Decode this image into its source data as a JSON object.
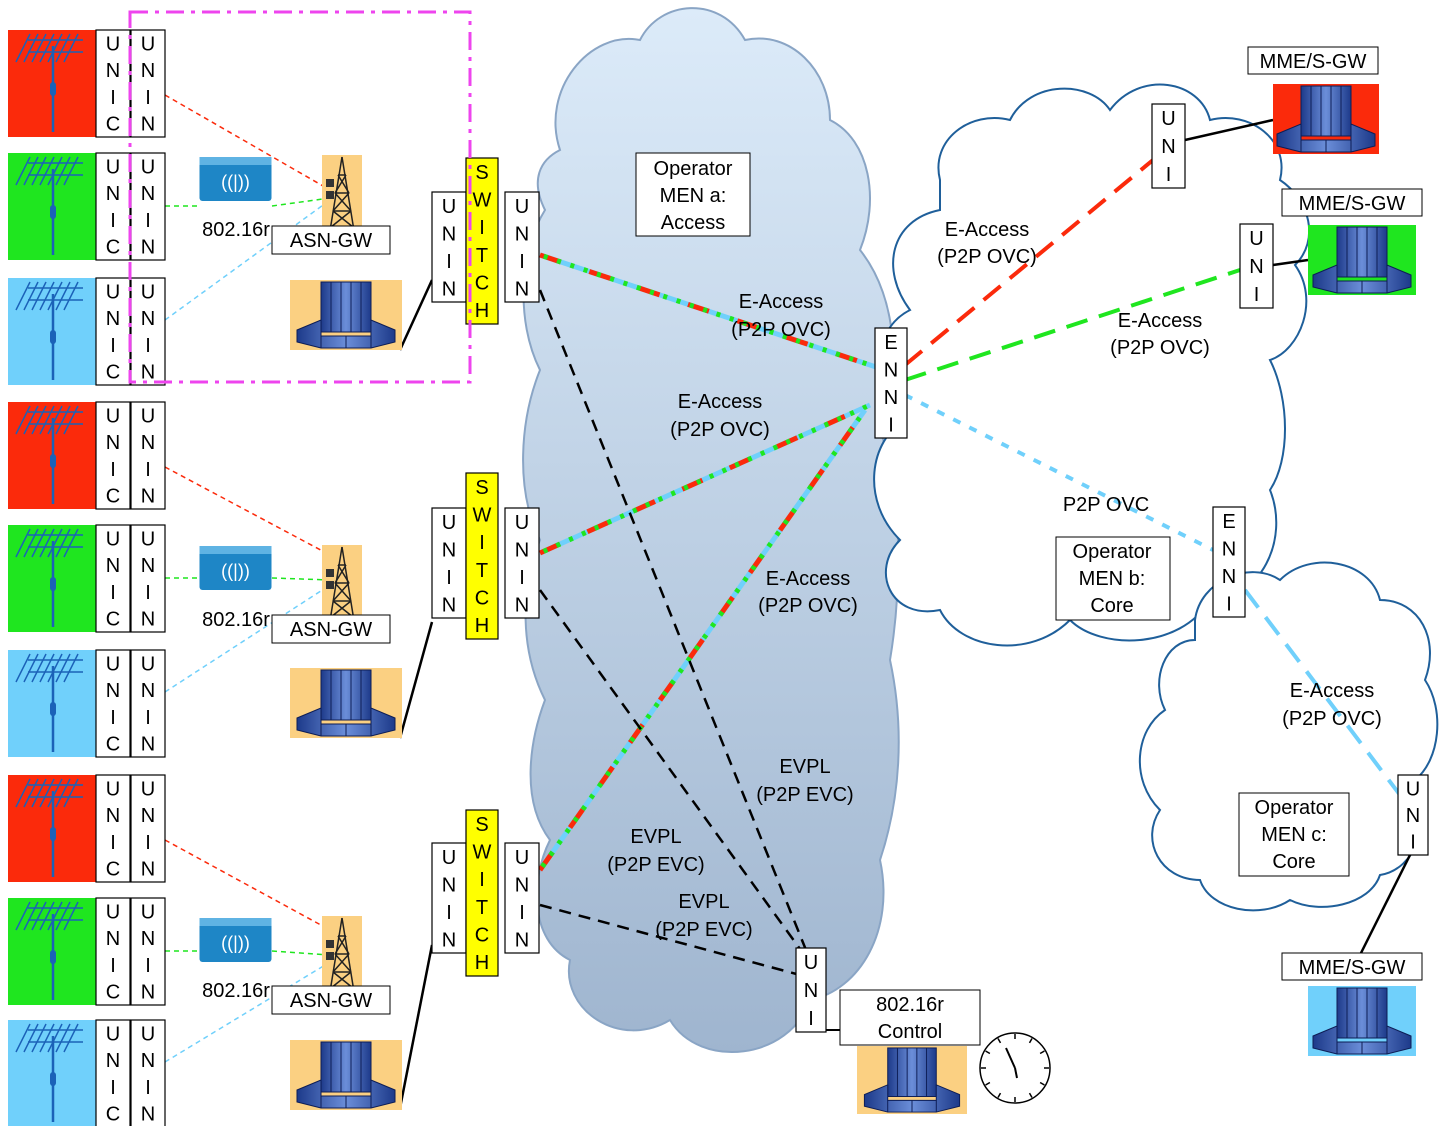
{
  "colors": {
    "red": "#fb2a0b",
    "green": "#1fe61f",
    "blue": "#70d0fb",
    "switch": "#ffff00",
    "magenta": "#ee44ee",
    "server_bg": "#fbd082"
  },
  "sites": [
    {
      "color": "red",
      "uni_c": [
        "U",
        "N",
        "I",
        "C"
      ],
      "uni_n": [
        "U",
        "N",
        "I",
        "N"
      ]
    },
    {
      "color": "green",
      "uni_c": [
        "U",
        "N",
        "I",
        "C"
      ],
      "uni_n": [
        "U",
        "N",
        "I",
        "N"
      ]
    },
    {
      "color": "blue",
      "uni_c": [
        "U",
        "N",
        "I",
        "C"
      ],
      "uni_n": [
        "U",
        "N",
        "I",
        "N"
      ]
    },
    {
      "color": "red",
      "uni_c": [
        "U",
        "N",
        "I",
        "C"
      ],
      "uni_n": [
        "U",
        "N",
        "I",
        "N"
      ]
    },
    {
      "color": "green",
      "uni_c": [
        "U",
        "N",
        "I",
        "C"
      ],
      "uni_n": [
        "U",
        "N",
        "I",
        "N"
      ]
    },
    {
      "color": "blue",
      "uni_c": [
        "U",
        "N",
        "I",
        "C"
      ],
      "uni_n": [
        "U",
        "N",
        "I",
        "N"
      ]
    },
    {
      "color": "red",
      "uni_c": [
        "U",
        "N",
        "I",
        "C"
      ],
      "uni_n": [
        "U",
        "N",
        "I",
        "N"
      ]
    },
    {
      "color": "green",
      "uni_c": [
        "U",
        "N",
        "I",
        "C"
      ],
      "uni_n": [
        "U",
        "N",
        "I",
        "N"
      ]
    },
    {
      "color": "blue",
      "uni_c": [
        "U",
        "N",
        "I",
        "C"
      ],
      "uni_n": [
        "U",
        "N",
        "I",
        "N"
      ]
    }
  ],
  "groups": [
    {
      "ap_label": "802.16r",
      "gw_label": "ASN-GW",
      "switch_letters": [
        "S",
        "W",
        "I",
        "T",
        "C",
        "H"
      ],
      "uni_n_left": [
        "U",
        "N",
        "I",
        "N"
      ],
      "uni_n_right": [
        "U",
        "N",
        "I",
        "N"
      ]
    },
    {
      "ap_label": "802.16r",
      "gw_label": "ASN-GW",
      "switch_letters": [
        "S",
        "W",
        "I",
        "T",
        "C",
        "H"
      ],
      "uni_n_left": [
        "U",
        "N",
        "I",
        "N"
      ],
      "uni_n_right": [
        "U",
        "N",
        "I",
        "N"
      ]
    },
    {
      "ap_label": "802.16r",
      "gw_label": "ASN-GW",
      "switch_letters": [
        "S",
        "W",
        "I",
        "T",
        "C",
        "H"
      ],
      "uni_n_left": [
        "U",
        "N",
        "I",
        "N"
      ],
      "uni_n_right": [
        "U",
        "N",
        "I",
        "N"
      ]
    }
  ],
  "operator_a": {
    "lines": [
      "Operator",
      "MEN a:",
      "Access"
    ]
  },
  "operator_b": {
    "lines": [
      "Operator",
      "MEN b:",
      "Core"
    ]
  },
  "operator_c": {
    "lines": [
      "Operator",
      "MEN c:",
      "Core"
    ]
  },
  "enni_a": [
    "E",
    "N",
    "N",
    "I"
  ],
  "enni_b": [
    "E",
    "N",
    "N",
    "I"
  ],
  "uni_gw_red": [
    "U",
    "N",
    "I"
  ],
  "uni_gw_green": [
    "U",
    "N",
    "I"
  ],
  "uni_gw_blue": [
    "U",
    "N",
    "I"
  ],
  "uni_control": [
    "U",
    "N",
    "I"
  ],
  "mme_labels": {
    "red": "MME/S-GW",
    "green": "MME/S-GW",
    "blue": "MME/S-GW"
  },
  "control": {
    "lines": [
      "802.16r",
      "Control"
    ]
  },
  "labels": {
    "eaccess_1": [
      "E-Access",
      "(P2P OVC)"
    ],
    "eaccess_2": [
      "E-Access",
      "(P2P OVC)"
    ],
    "eaccess_3": [
      "E-Access",
      "(P2P OVC)"
    ],
    "eaccess_b_red": [
      "E-Access",
      "(P2P OVC)"
    ],
    "eaccess_b_green": [
      "E-Access",
      "(P2P OVC)"
    ],
    "p2p_ovc": "P2P OVC",
    "eaccess_c": [
      "E-Access",
      "(P2P OVC)"
    ],
    "evpl_1": [
      "EVPL",
      "(P2P EVC)"
    ],
    "evpl_2": [
      "EVPL",
      "(P2P EVC)"
    ],
    "evpl_3": [
      "EVPL",
      "(P2P EVC)"
    ]
  }
}
